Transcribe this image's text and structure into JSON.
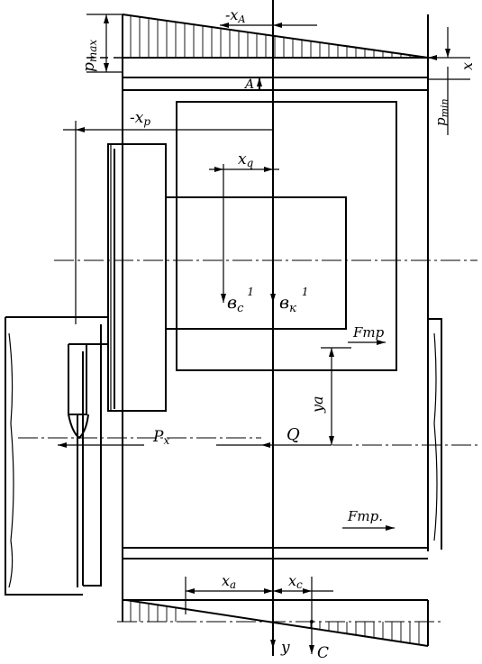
{
  "labels": {
    "p_max": {
      "main": "p",
      "sub": "max"
    },
    "p_min": {
      "main": "p",
      "sub": "min"
    },
    "x_a_top": {
      "main": "-x",
      "sub": "A"
    },
    "x_axis": "x",
    "point_a": "A",
    "x_p": {
      "main": "-x",
      "sub": "p"
    },
    "x_q": {
      "main": "x",
      "sub": "q"
    },
    "g_c": {
      "main": "в",
      "sub": "c",
      "sup": "1"
    },
    "g_k": {
      "main": "в",
      "sub": "к",
      "sup": "1"
    },
    "f_mp_upper": "Fmp",
    "y_a": "ya",
    "p_x": {
      "main": "P",
      "sub": "x"
    },
    "q_force": "Q",
    "f_mp_lower": "Fmp.",
    "x_a_bottom": {
      "main": "x",
      "sub": "a"
    },
    "x_c": {
      "main": "x",
      "sub": "c"
    },
    "y_axis": "y",
    "c_force": "C"
  }
}
